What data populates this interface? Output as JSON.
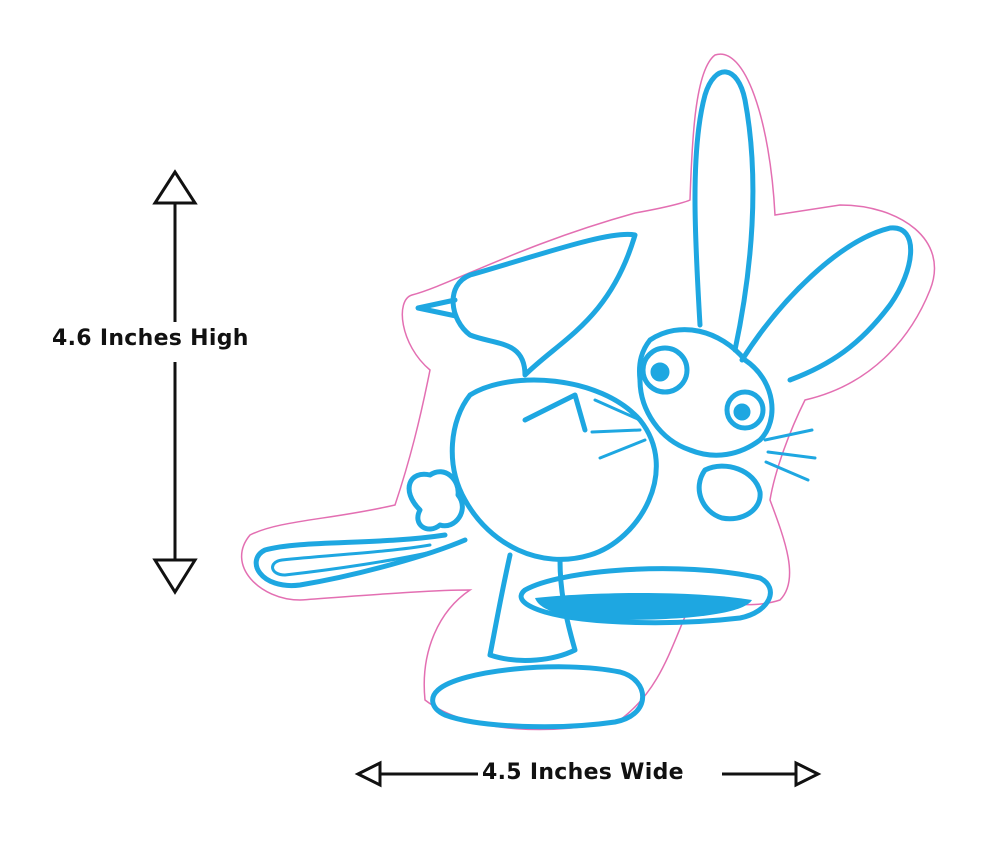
{
  "dimensions": {
    "height_text": "4.6 Inches High",
    "width_text": "4.5 Inches Wide"
  },
  "illustration": {
    "subject": "rabbit",
    "outline_color": "#1ea7e1",
    "cut_line_color": "#e36fb2",
    "fill_color": "#ffffff"
  },
  "icons": [
    "up-arrow-icon",
    "down-arrow-icon",
    "left-arrow-icon",
    "right-arrow-icon"
  ]
}
